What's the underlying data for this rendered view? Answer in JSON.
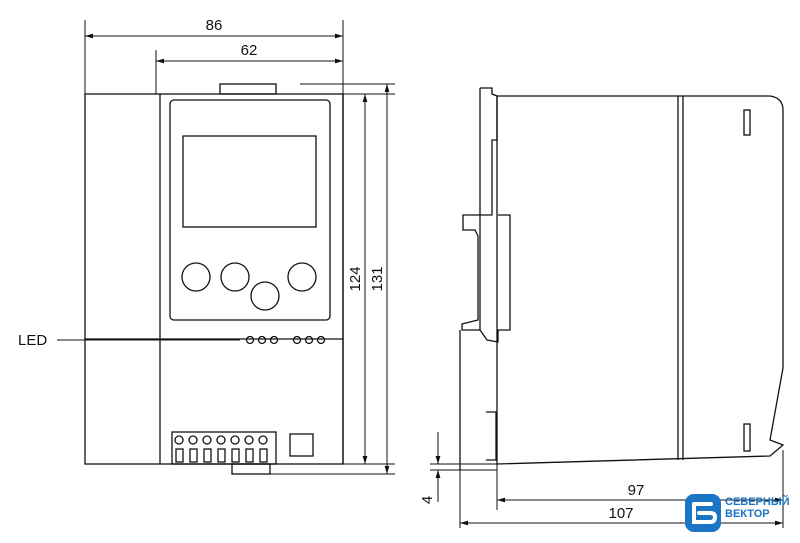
{
  "dimensions": {
    "width_total": "86",
    "width_front": "62",
    "height_inner": "124",
    "height_outer": "131",
    "depth_body": "97",
    "depth_total": "107",
    "rail_offset": "4"
  },
  "labels": {
    "led": "LED"
  },
  "logo": {
    "line1": "СЕВЕРНЫЙ",
    "line2": "ВЕКТОР",
    "color": "#1a75c4"
  },
  "colors": {
    "stroke": "#111111",
    "background": "#ffffff"
  }
}
